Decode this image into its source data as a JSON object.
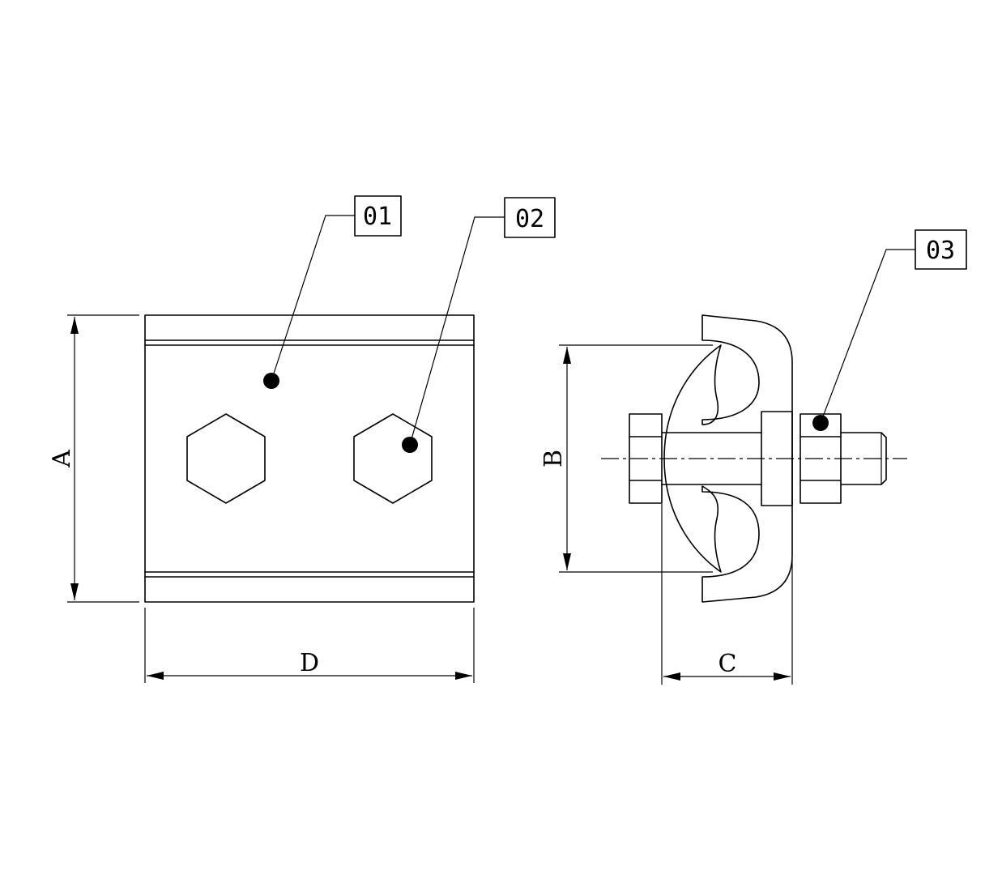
{
  "dimensions": {
    "a": "A",
    "b": "B",
    "c": "C",
    "d": "D"
  },
  "callouts": [
    {
      "label": "01"
    },
    {
      "label": "02"
    },
    {
      "label": "03"
    }
  ],
  "colors": {
    "stroke": "#000000",
    "background": "#ffffff"
  }
}
